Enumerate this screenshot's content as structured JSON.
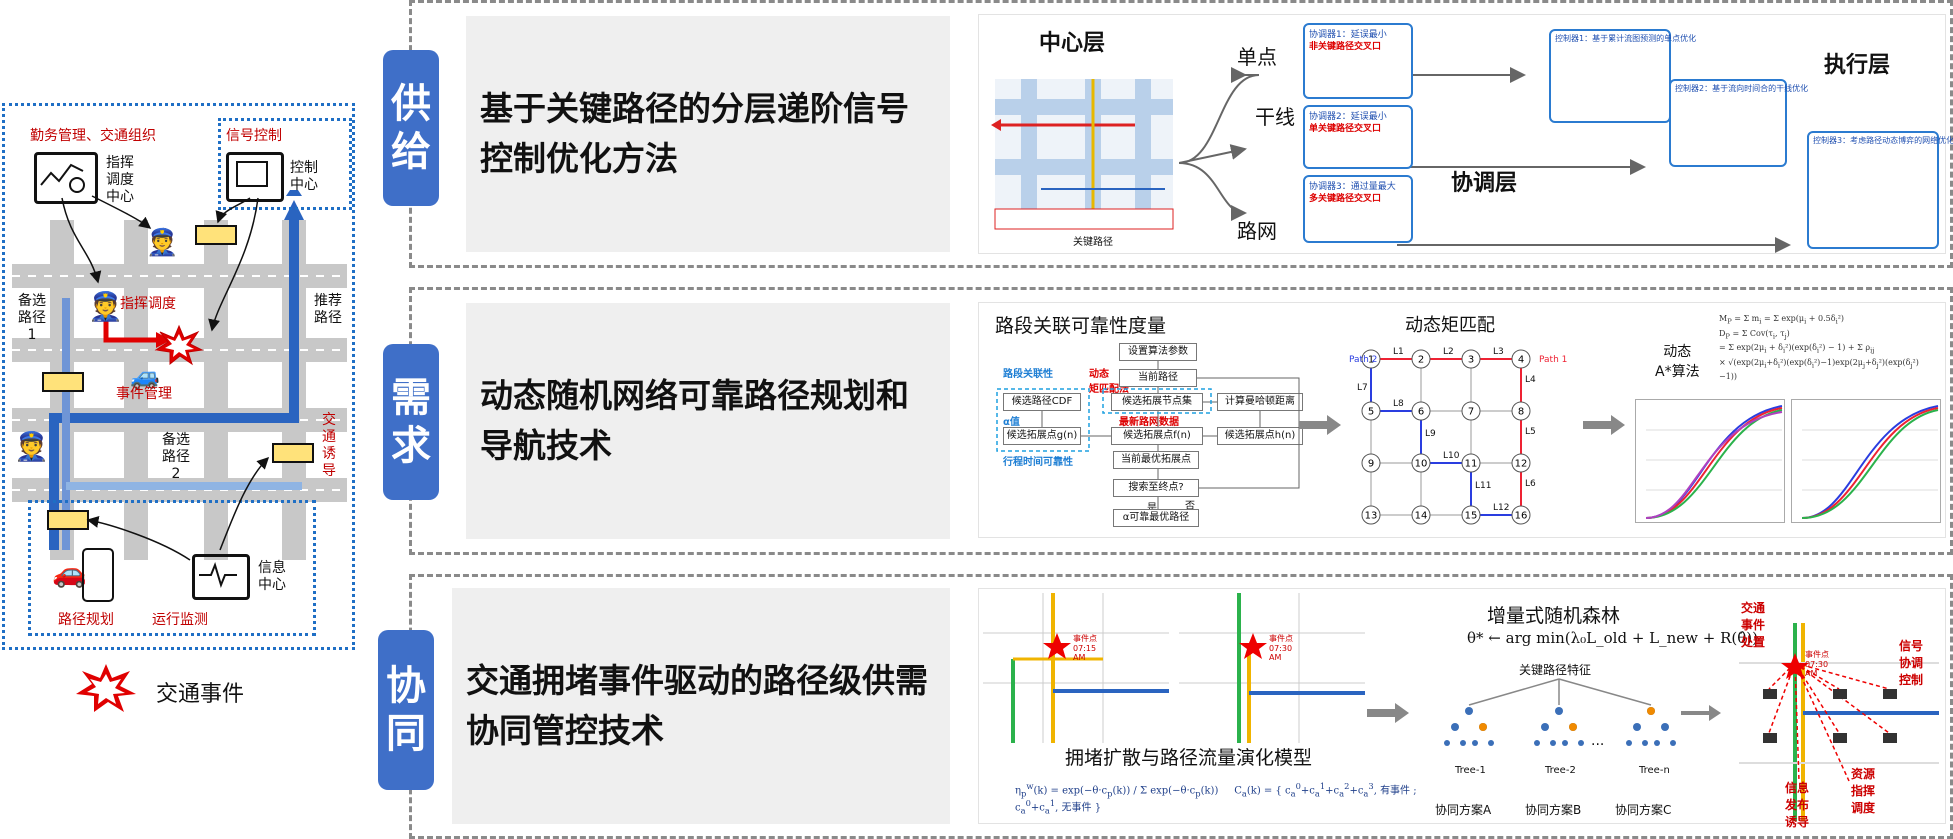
{
  "left_panel": {
    "title_mgmt": "勤务管理、交通组织",
    "signal_control": "信号控制",
    "command_center": "指挥\n调度\n中心",
    "control_center": "控制\n中心",
    "alt_route_1": "备选\n路径\n1",
    "recommended_route": "推荐\n路径",
    "command_dispatch": "指挥调度",
    "event_mgmt": "事件管理",
    "alt_route_2": "备选\n路径\n2",
    "traffic_guidance": "交\n通\n诱\n导",
    "info_center": "信息\n中心",
    "route_planning": "路径规划",
    "operation_monitoring": "运行监测",
    "legend_event": "交通事件"
  },
  "rows": [
    {
      "badge": [
        "供",
        "给"
      ],
      "title": "基于关键路径的分层递阶信号控制优化方法",
      "figure": {
        "center_layer": "中心层",
        "single_point": "单点",
        "arterial": "干线",
        "network": "路网",
        "coord_layer": "协调层",
        "exec_layer": "执行层",
        "coordinator1": "协调器1：延误最小",
        "coordinator1_sub": "非关键路径交叉口",
        "coordinator2": "协调器2：延误最小",
        "coordinator2_sub": "单关键路径交叉口",
        "coordinator3": "协调器3：通过量最大",
        "coordinator3_sub": "多关键路径交叉口",
        "controller1": "控制器1：基于累计流图预测的单点优化",
        "controller2": "控制器2：基于流向时间合的干线优化",
        "controller3": "控制器3：考虑路径动态博弈的网络优化",
        "key_path_legend": "关键路径"
      }
    },
    {
      "badge": [
        "需",
        "求"
      ],
      "title": "动态随机网络可靠路径规划和导航技术",
      "figure": {
        "reliability_title": "路段关联可靠性度量",
        "matrix_title": "动态矩匹配",
        "dynamic_astar": "动态\nA*算法",
        "label_link_corr": "路段关联性",
        "label_dyn_moment": "动态\n矩匹配法",
        "label_alpha": "α值",
        "label_latest": "最新路网数据",
        "label_travel_time": "行程时间可靠性",
        "step_set_params": "设置算法参数",
        "step_current_path": "当前路径",
        "step_cdf": "候选路径CDF",
        "step_expand": "候选拓展节点集",
        "step_manhattan": "计算曼哈顿距离",
        "step_gx": "候选拓展点g(n)",
        "step_fx": "候选拓展点f(n)",
        "step_hx": "候选拓展点h(n)",
        "step_best": "当前最优拓展点",
        "step_search_end": "搜索至终点?",
        "step_no": "否",
        "step_yes": "是",
        "step_alpha_path": "α可靠最优路径",
        "grid_nodes": [
          "1",
          "2",
          "3",
          "4",
          "5",
          "6",
          "7",
          "8",
          "9",
          "10",
          "11",
          "12",
          "13",
          "14",
          "15",
          "16"
        ],
        "path1": "Path 1",
        "path2": "Path 2",
        "links": [
          "L1",
          "L2",
          "L3",
          "L4",
          "L5",
          "L6",
          "L7",
          "L8",
          "L9",
          "L10",
          "L11",
          "L12"
        ]
      }
    },
    {
      "badge": [
        "协",
        "同"
      ],
      "title": "交通拥堵事件驱动的路径级供需协同管控技术",
      "figure": {
        "event_time1": "事件点\n07:15\nAM",
        "event_time2": "事件点\n07:30\nAM",
        "model_title": "拥堵扩散与路径流量演化模型",
        "irf_title": "增量式随机森林",
        "formula": "θ* ← arg min(λ₀L_old + L_new + R(θ̂))",
        "key_path_feature": "关键路径特征",
        "tree1": "Tree-1",
        "tree2": "Tree-2",
        "treen": "Tree-n",
        "ellipsis": "···",
        "plan_a": "协同方案A",
        "plan_b": "协同方案B",
        "plan_c": "协同方案C",
        "event_handling": "交通\n事件\n处置",
        "signal_coord": "信号\n协调\n控制",
        "info_release": "信息\n发布\n诱导",
        "resource_dispatch": "资源\n指挥\n调度",
        "event_time3": "事件点\n07:30\nAM",
        "has_event": "有事件",
        "no_event": "无事件"
      }
    }
  ],
  "colors": {
    "badge": "#3f6fc8",
    "blue_route": "#2a64c0",
    "light_blue_route": "#8fb4e3",
    "red": "#c00000",
    "gray_road": "#c8c8c8"
  }
}
